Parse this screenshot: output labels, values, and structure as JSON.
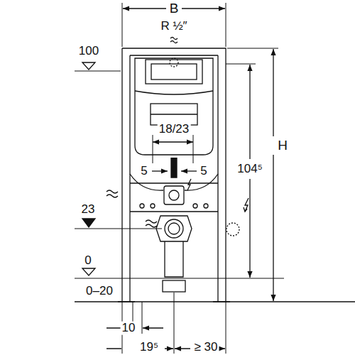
{
  "diagram": {
    "labels": [
      "B",
      "R ½″",
      "100",
      "18/23",
      "5",
      "5",
      "23",
      "104⁵",
      "H",
      "0",
      "0–20",
      "10",
      "19⁵",
      "≥ 30"
    ]
  }
}
